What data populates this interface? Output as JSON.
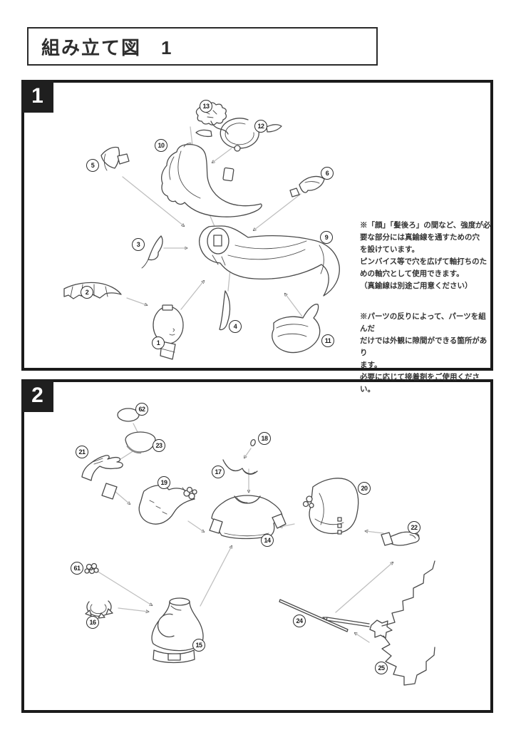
{
  "title": "組み立て図　1",
  "colors": {
    "ink": "#4a4a4a",
    "arrow": "#bfbfbf",
    "panel_border": "#1b1b1b",
    "badge_bg": "#1f1f1f"
  },
  "panels": [
    {
      "number": "1",
      "parts": [
        {
          "num": "1"
        },
        {
          "num": "2"
        },
        {
          "num": "3"
        },
        {
          "num": "4"
        },
        {
          "num": "5"
        },
        {
          "num": "6"
        },
        {
          "num": "9"
        },
        {
          "num": "10"
        },
        {
          "num": "11"
        },
        {
          "num": "12"
        },
        {
          "num": "13"
        }
      ],
      "notes": [
        {
          "lines": [
            "※「顔」「髪後ろ」の間など、強度が必",
            "要な部分には真鍮線を通すための穴",
            "を設けています。",
            "ピンバイス等で穴を広げて軸打ちのた",
            "めの軸穴として使用できます。",
            "（真鍮線は別途ご用意ください）"
          ]
        },
        {
          "lines": [
            "※パーツの反りによって、パーツを組んだ",
            "だけでは外観に隙間ができる箇所があり",
            "ます。",
            "必要に応じて接着剤をご使用ください。"
          ]
        }
      ]
    },
    {
      "number": "2",
      "parts": [
        {
          "num": "14"
        },
        {
          "num": "15"
        },
        {
          "num": "16"
        },
        {
          "num": "17"
        },
        {
          "num": "18"
        },
        {
          "num": "19"
        },
        {
          "num": "20"
        },
        {
          "num": "21"
        },
        {
          "num": "22"
        },
        {
          "num": "23"
        },
        {
          "num": "24"
        },
        {
          "num": "25"
        },
        {
          "num": "61"
        },
        {
          "num": "62"
        }
      ]
    }
  ]
}
